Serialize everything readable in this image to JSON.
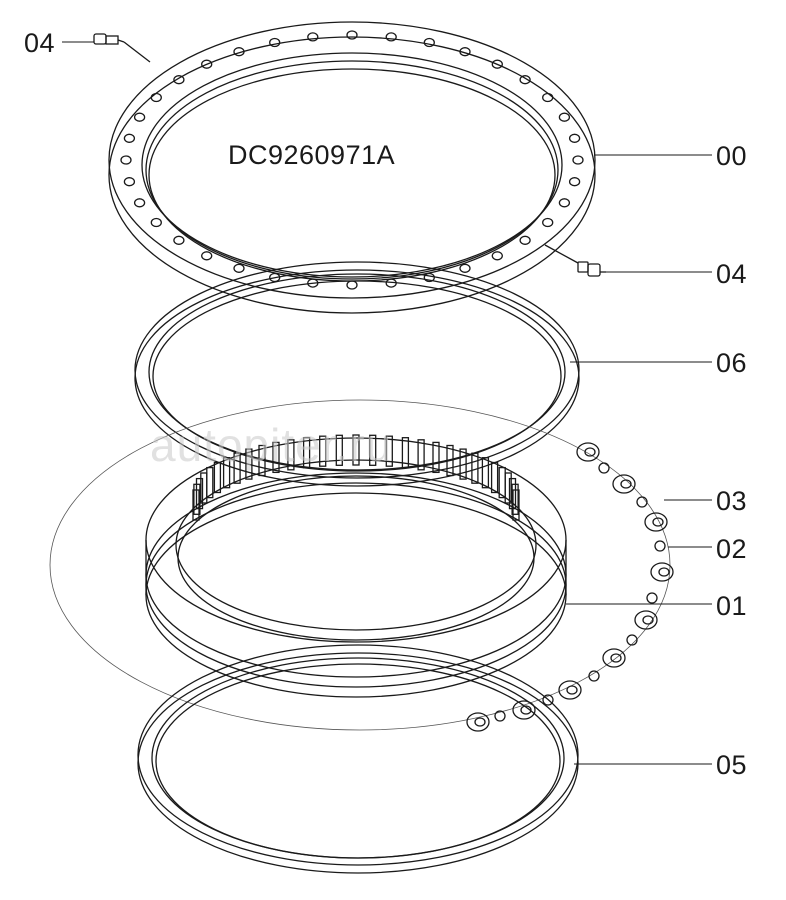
{
  "drawing": {
    "part_number": "DC9260971A",
    "watermark": "autopiter.ru",
    "callouts": {
      "bolt_top": "04",
      "outer_ring": "00",
      "bolt_right": "04",
      "upper_seal": "06",
      "rollers": "03",
      "spacers": "02",
      "inner_ring": "01",
      "lower_seal": "05"
    }
  },
  "colors": {
    "line": "#1a1a1a",
    "watermark": "#c9c9c9"
  }
}
